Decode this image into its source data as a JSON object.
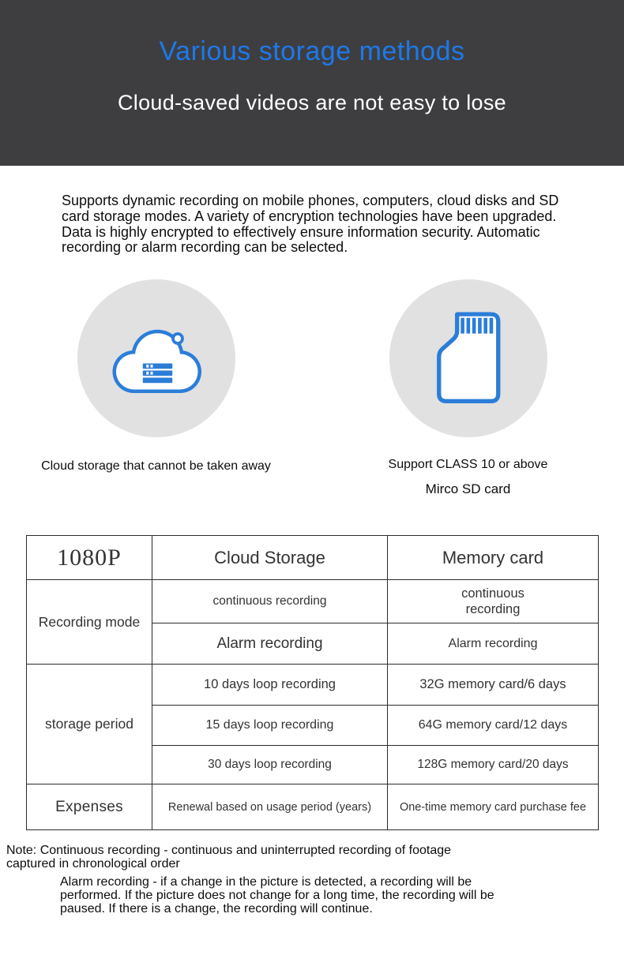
{
  "colors": {
    "hero_background": "#3e3e40",
    "hero_title_blue": "#1d79ea",
    "icon_blue": "#2b7dd8",
    "circle_gray": "#e1e1e1"
  },
  "hero": {
    "title": "Various storage methods",
    "subtitle": "Cloud-saved videos are not easy to lose"
  },
  "intro": "Supports dynamic recording on mobile phones, computers, cloud disks and SD card storage modes. A variety of encryption technologies have been upgraded. Data is highly encrypted to effectively ensure information security. Automatic recording or alarm recording can be selected.",
  "features": {
    "cloud": {
      "icon": "cloud-storage-icon",
      "caption": "Cloud storage that cannot be taken away"
    },
    "sd": {
      "icon": "sd-card-icon",
      "caption_line1": "Support CLASS 10 or above",
      "caption_line2": "Mirco SD card"
    }
  },
  "table": {
    "headers": [
      "1080P",
      "Cloud Storage",
      "Memory card"
    ],
    "recording_mode": {
      "label": "Recording mode",
      "rows": [
        {
          "cloud": "continuous recording",
          "memory": "continuous recording"
        },
        {
          "cloud": "Alarm recording",
          "memory": "Alarm recording"
        }
      ]
    },
    "storage_period": {
      "label": "storage period",
      "rows": [
        {
          "cloud": "10 days loop recording",
          "memory": "32G memory card/6 days"
        },
        {
          "cloud": "15 days loop recording",
          "memory": "64G memory card/12 days"
        },
        {
          "cloud": "30 days loop recording",
          "memory": "128G memory card/20 days"
        }
      ]
    },
    "expenses": {
      "label": "Expenses",
      "cloud": "Renewal based on usage period (years)",
      "memory": "One-time memory card purchase fee"
    }
  },
  "notes": {
    "continuous": "Note: Continuous recording - continuous and uninterrupted recording of footage captured in chronological order",
    "alarm": "Alarm recording - if a change in the picture is detected, a recording will be performed. If the picture does not change for a long time, the recording will be paused. If there is a change, the recording will continue."
  }
}
